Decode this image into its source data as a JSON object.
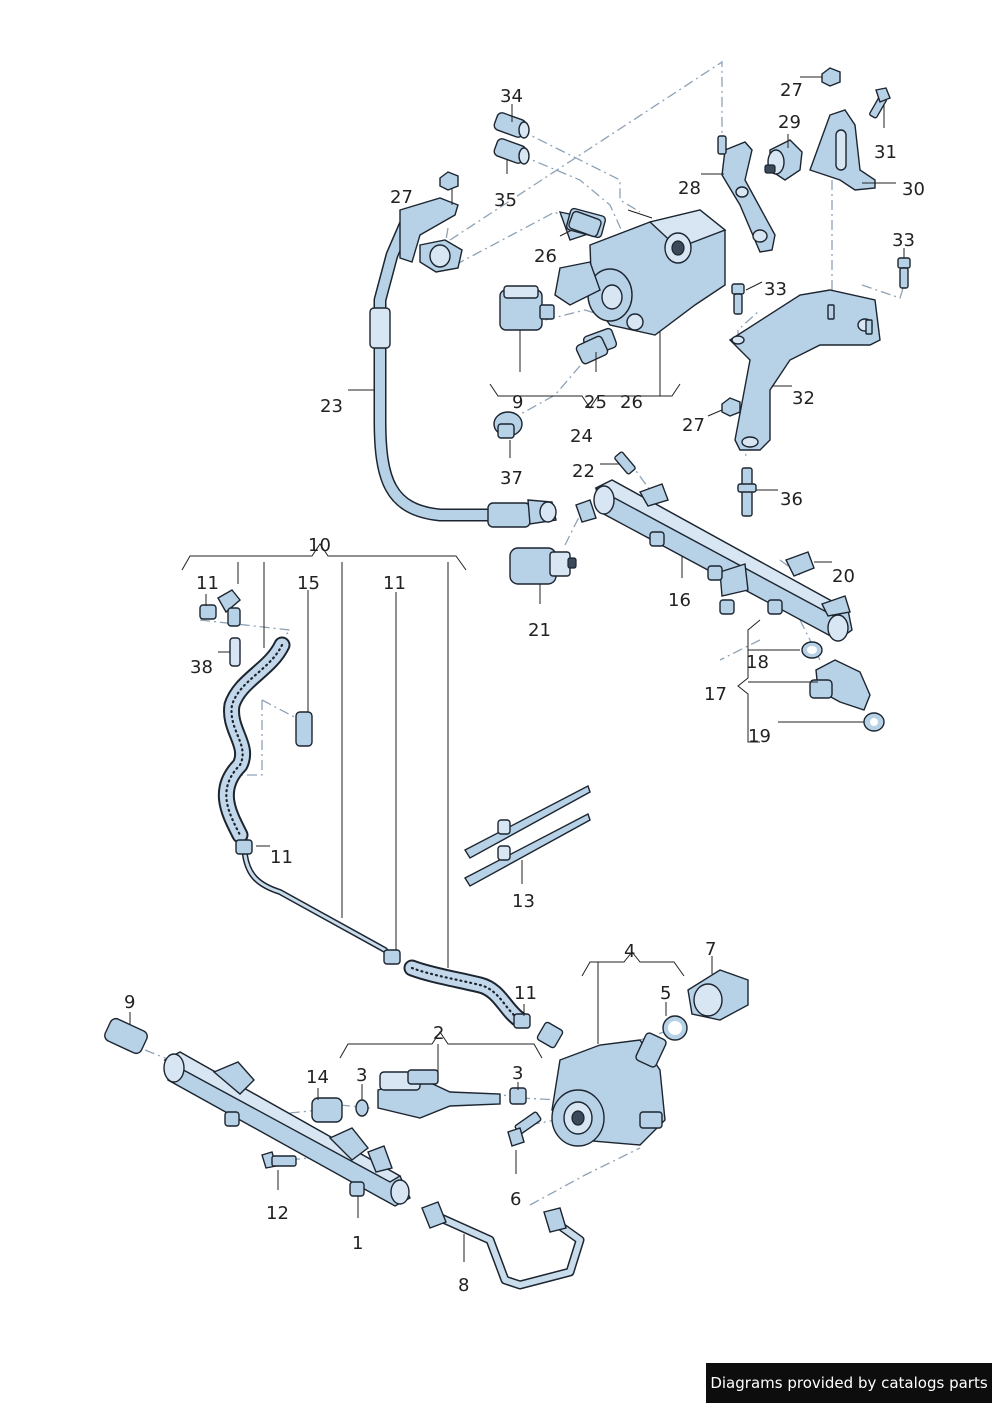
{
  "labels": {
    "l1": "1",
    "l2": "2",
    "l3a": "3",
    "l3b": "3",
    "l4": "4",
    "l5": "5",
    "l6": "6",
    "l7": "7",
    "l8": "8",
    "l9a": "9",
    "l9b": "9",
    "l10": "10",
    "l11a": "11",
    "l11b": "11",
    "l11c": "11",
    "l11d": "11",
    "l12": "12",
    "l13": "13",
    "l14": "14",
    "l15": "15",
    "l16": "16",
    "l17": "17",
    "l18": "18",
    "l19": "19",
    "l20": "20",
    "l21": "21",
    "l22": "22",
    "l23": "23",
    "l24": "24",
    "l25": "25",
    "l26a": "26",
    "l26b": "26",
    "l27a": "27",
    "l27b": "27",
    "l27c": "27",
    "l28": "28",
    "l29": "29",
    "l30": "30",
    "l31": "31",
    "l32": "32",
    "l33a": "33",
    "l33b": "33",
    "l34": "34",
    "l35": "35",
    "l36": "36",
    "l37": "37",
    "l38": "38"
  },
  "footer": {
    "text": "Diagrams provided by catalogs parts"
  }
}
